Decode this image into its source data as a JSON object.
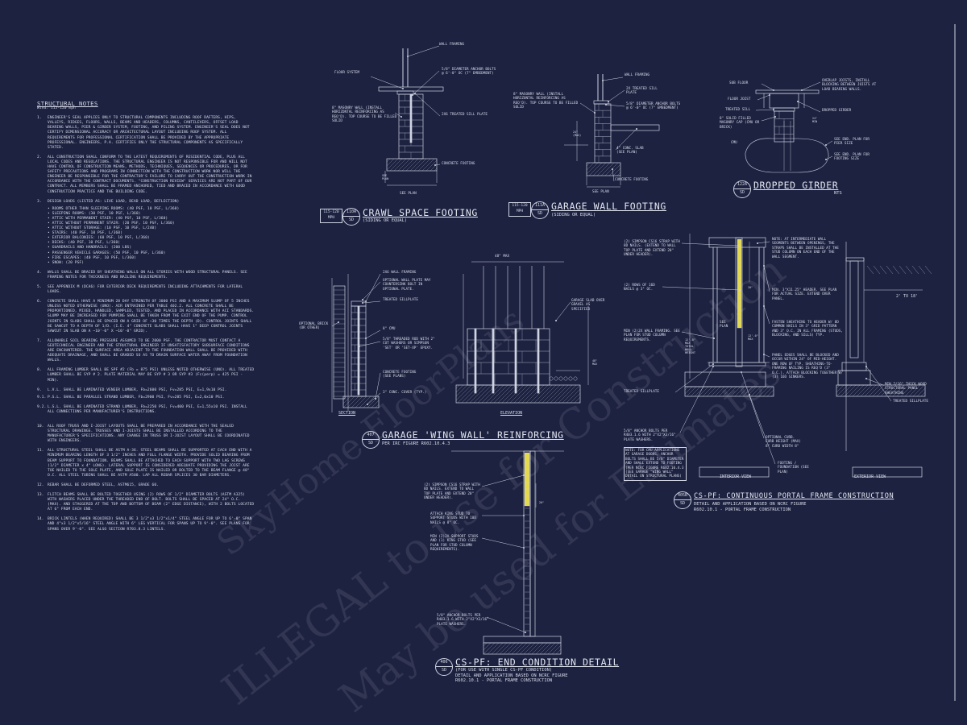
{
  "colors": {
    "background": "#1d2240",
    "linework": "#cfd3e2",
    "highlight": "#e5d94a",
    "watermark": "#bec4dc"
  },
  "watermark": [
    "ILLEGAL to use for Construction",
    "May be used for Estimates",
    "SkyHome FloorPlans"
  ],
  "notes": {
    "title": "STRUCTURAL NOTES",
    "subtitle": "Wind: 115-120 mph",
    "items": [
      {
        "num": "1.",
        "text": "ENGINEER'S SEAL APPLIES ONLY TO STRUCTURAL COMPONENTS INCLUDING ROOF RAFTERS, HIPS, VALLEYS, RIDGES, FLOORS, WALLS, BEAMS AND HEADERS, COLUMNS, CANTILEVERS, OFFSET LOAD BEARING WALLS, PIER & GIRDER SYSTEM, FOOTING, AND PILING SYSTEM. ENGINEER'S SEAL DOES NOT CERTIFY DIMENSIONAL ACCURACY OR ARCHITECTURAL LAYOUT INCLUDING ROOF SYSTEM. ALL REQUIREMENTS FOR PROFESSIONAL CERTIFICATION SHALL BE PROVIDED BY THE APPROPRIATE PROFESSIONAL. ENGINEERS, P.A. CERTIFIES ONLY THE STRUCTURAL COMPONENTS AS SPECIFICALLY STATED."
      },
      {
        "num": "2.",
        "text": "ALL CONSTRUCTION SHALL CONFORM TO THE LATEST REQUIREMENTS OF RESIDENTIAL CODE, PLUS ALL LOCAL CODES AND REGULATIONS. THE STRUCTURAL ENGINEER IS NOT RESPONSIBLE FOR AND WILL NOT HAVE CONTROL OF CONSTRUCTION MEANS, METHODS, TECHNIQUES, SEQUENCES OR PROCEDURES, OR FOR SAFETY PRECAUTIONS AND PROGRAMS IN CONNECTION WITH THE CONSTRUCTION WORK NOR WILL THE ENGINEER BE RESPONSIBLE FOR THE CONTRACTOR'S FAILURE TO CARRY OUT THE CONSTRUCTION WORK IN ACCORDANCE WITH THE CONTRACT DOCUMENTS. \"CONSTRUCTION REVIEW\" SERVICES ARE NOT PART OF OUR CONTRACT. ALL MEMBERS SHALL BE FRAMED ANCHORED, TIED AND BRACED IN ACCORDANCE WITH GOOD CONSTRUCTION PRACTICE AND THE BUILDING CODE."
      },
      {
        "num": "3.",
        "text": "DESIGN LOADS (LISTED AS: LIVE LOAD, DEAD LOAD, DEFLECTION)"
      }
    ],
    "loads": [
      "ROOMS OTHER THAN SLEEPING ROOMS: (40 PSF, 10 PSF, L/360)",
      "SLEEPING ROOMS: (30 PSF, 10 PSF, L/360)",
      "ATTIC WITH PERMANENT STAIR: (40 PSF, 10 PSF, L/360)",
      "ATTIC WITHOUT PERMANENT STAIR: (20 PSF, 10 PSF, L/360)",
      "ATTIC WITHOUT STORAGE: (10 PSF, 10 PSF, L/240)",
      "STAIRS: (40 PSF, 10 PSF, L/360)",
      "EXTERIOR BALCONIES: (60 PSF, 10 PSF, L/360)",
      "DECKS: (40 PSF, 10 PSF, L/360)",
      "GUARDRAILS AND HANDRAILS: (200 LBS)",
      "PASSENGER VEHICLE GARAGES: (50 PSF, 10 PSF, L/360)",
      "FIRE ESCAPES: (40 PSF, 10 PSF, L/360)",
      "SNOW: (20 PSF)"
    ],
    "items2": [
      {
        "num": "4.",
        "text": "WALLS SHALL BE BRACED BY SHEATHING WALLS ON ALL STORIES WITH WOOD STRUCTURAL PANELS. SEE FRAMING NOTES FOR THICKNESS AND NAILING REQUIREMENTS."
      },
      {
        "num": "5.",
        "text": "SEE APPENDIX M (DCA6) FOR EXTERIOR DECK REQUIREMENTS INCLUDING ATTACHMENTS FOR LATERAL LOADS."
      },
      {
        "num": "6.",
        "text": "CONCRETE SHALL HAVE A MINIMUM 28 DAY STRENGTH OF 3000 PSI AND A MAXIMUM SLUMP OF 5 INCHES UNLESS NOTED OTHERWISE (UNO). AIR ENTRAINED PER TABLE 402.2. ALL CONCRETE SHALL BE PROPORTIONED, MIXED, HANDLED, SAMPLED, TESTED, AND PLACED IN ACCORDANCE WITH ACI STANDARDS. SLUMP MAY BE INCREASED FOR PUMPING SHALL BE TAKEN FROM THE EXIT END OF THE PUMP. CONTROL JOINTS IN SLABS SHALL BE SPACED ON A GRID OF ~30 TIMES THE DEPTH (D). CONTROL JOINTS SHALL BE SAWCUT TO A DEPTH OF 1/D. (I.E. 4\" CONCRETE SLABS SHALL HAVE 1\" DEEP CONTROL JOINTS SAWCUT IN SLAB ON A ~10'-0\" X ~10'-0\" GRID)."
      },
      {
        "num": "7.",
        "text": "ALLOWABLE SOIL BEARING PRESSURE ASSUMED TO BE 2000 PSF. THE CONTRACTOR MUST CONTACT A GEOTECHNICAL ENGINEER AND THE STRUCTURAL ENGINEER IF UNSATISFACTORY SUBSURFACE CONDITIONS ARE ENCOUNTERED. THE SURFACE AREA ADJACENT TO THE FOUNDATION WALL SHALL BE PROVIDED WITH ADEQUATE DRAINAGE, AND SHALL BE GRADED SO AS TO DRAIN SURFACE WATER AWAY FROM FOUNDATION WALLS."
      },
      {
        "num": "8.",
        "text": "ALL FRAMING LUMBER SHALL BE SPF #2 (Fb = 875 PSI) UNLESS NOTED OTHERWISE (UNO). ALL TREATED LUMBER SHALL BE SYP # 2. PLATE MATERIAL MAY BE SYP # 3 OR SYP #3 (Fc(perp) = 425 PSI - MIN)."
      },
      {
        "num": "9.",
        "text": "L.V.L. SHALL BE LAMINATED VENEER LUMBER, Fb=2600 PSI, Fv=285 PSI, E=1,9x10 PSI."
      }
    ],
    "beams": [
      {
        "num": "9.1.",
        "text": "P.S.L. SHALL BE PARALLEL STRAND LUMBER, Fb=2900 PSI, Fv=285 PSI, E=2,0x10 PSI."
      },
      {
        "num": "9.2.",
        "text": "L.S.L. SHALL BE LAMINATED STRAND LUMBER, Fb=2250 PSI, Fv=400 PSI, E=1,55x10 PSI. INSTALL ALL CONNECTIONS PER MANUFACTURER'S INSTRUCTIONS."
      }
    ],
    "items3": [
      {
        "num": "10.",
        "text": "ALL ROOF TRUSS AND I-JOIST LAYOUTS SHALL BE PREPARED IN ACCORDANCE WITH THE SEALED STRUCTURAL DRAWINGS. TRUSSES AND I-JOISTS SHALL BE INSTALLED ACCORDING TO THE MANUFACTURER'S SPECIFICATIONS. ANY CHANGE IN TRUSS OR I-JOIST LAYOUT SHALL BE COORDINATED WITH ENGINEERS."
      },
      {
        "num": "11.",
        "text": "ALL STRUCTURAL STEEL SHALL BE ASTM A-36. STEEL BEAMS SHALL BE SUPPORTED AT EACH END WITH A MINIMUM BEARING LENGTH OF 3 1/2\" INCHES AND FULL FLANGE WIDTH. PROVIDE SOLID BEARING FROM BEAM SUPPORT TO FOUNDATION. BEAMS SHALL BE ATTACHED TO EACH SUPPORT WITH TWO LAG SCREWS (1/2\" DIAMETER x 4\" LONG). LATERAL SUPPORT IS CONSIDERED ADEQUATE PROVIDING THE JOIST ARE TOE NAILED TO THE SOLE PLATE, AND SOLE PLATE IS NAILED OR BOLTED TO THE BEAM FLANGE @ 48\" O.C. ALL STEEL TUBING SHALL BE ASTM A500. LAP ALL REBAR SPLICES 30 BAR DIAMETERS."
      },
      {
        "num": "12.",
        "text": "REBAR SHALL BE DEFORMED STEEL, ASTM615, GRADE 60."
      },
      {
        "num": "13.",
        "text": "FLITCH BEAMS SHALL BE BOLTED TOGETHER USING (2) ROWS OF 1/2\" DIAMETER BOLTS (ASTM A325) WITH WASHERS PLACED UNDER THE THREADED END OF BOLT. BOLTS SHALL BE SPACED AT 24\" O.C. (MAX). AND STAGGERED AT THE TOP AND BOTTOM OF BEAM (2\" EDGE DISTANCE), WITH 2 BOLTS LOCATED AT 6\" FROM EACH END."
      },
      {
        "num": "14.",
        "text": "BRICK LINTELS (WHEN REQUIRED) SHALL BE 3 1/2\"x3 1/2\"x1/4\" STEEL ANGLE FOR UP TO 6'-0\" SPAN AND 4\"x3 1/2\"x5/16\" STEEL ANGLE WITH 6\" LEG VERTICAL FOR SPANS UP TO 9'-0\". SEE PLANS FOR SPANS OVER 9'-0\". SEE ALSO SECTION R703.8.3 LINTELS."
      }
    ]
  },
  "details": {
    "crawl": {
      "title": "CRAWL SPACE FOOTING",
      "sub": "(SIDING OR EQUAL)",
      "num": "110A",
      "sheet": "SD",
      "mph": "115-120",
      "mph_unit": "MPH",
      "labels": [
        "WALL FRAMING",
        "FLOOR SYSTEM",
        "5/8\" DIAMETER ANCHOR BOLTS @ 6'-0\" OC (7\" EMBEDMENT)",
        "8\" MASONRY WALL (INSTALL HORIZONTAL REINFORCING AS REQ'D). TOP COURSE TO BE FILLED SOLID",
        "2x6 TREATED SILL PLATE",
        "CONCRETE FOOTING",
        "SEE PLAN",
        "SEE PLAN"
      ]
    },
    "garage": {
      "title": "GARAGE WALL FOOTING",
      "sub": "(SIDING OR EQUAL)",
      "num": "111A",
      "sheet": "SD",
      "mph": "115-120",
      "mph_unit": "MPH",
      "labels": [
        "WALL FRAMING",
        "8\" MASONRY WALL (INSTALL HORIZONTAL REINFORCING AS REQ'D). TOP COURSE TO BE FILLED SOLID",
        "2x TREATED SILL PLATE",
        "5/8\" DIAMETER ANCHOR BOLTS @ 6'-0\" OC (7\" EMBEDMENT)",
        "4\" CONC. SLAB (SEE PLAN)",
        "CONCRETE FOOTING",
        "SEE PLAN",
        "24\" (MAX)"
      ]
    },
    "girder": {
      "title": "DROPPED GIRDER",
      "sub": "NTS",
      "num": "122A",
      "sheet": "SD",
      "labels": [
        "SUB FLOOR",
        "FLOOR JOIST",
        "TREATED SILL",
        "8\" SOLID FILLED MASONRY CAP (CMU OR BRICK)",
        "CMU",
        "OVERLAP JOISTS, INSTALL BLOCKING BETWEEN JOISTS AT LOAD BEARING WALLS.",
        "DROPPED GIRDER",
        "SEE END. PLAN FOR PIER SIZE",
        "SEE END. PLAN FOR FOOTING SIZE",
        "24\" MIN"
      ]
    },
    "wing": {
      "title": "GARAGE 'WING WALL' REINFORCING",
      "sub": "PER IRC FIGURE R602.10.4.3",
      "num": "407",
      "sheet": "SD",
      "labels": [
        "2x6 WALL FRAMING",
        "OPTIONAL WALL PLATE MAY COUNTERSINK BOLT IN OPTIONAL PLATE.",
        "TREATED SILLPLATE",
        "OPTIONAL BRICK (OR OTHER)",
        "8\" CMU",
        "5/8\" THREADED ROD WITH 2\" CUT WASHERS OR SIMPSON 'SET' OR 'SET-XP' EPOXY.",
        "CONCRETE FOOTING (SEE PLANS)",
        "3\" CONC. COVER (TYP.)",
        "GARAGE SLAB OVER GRAVEL AS SPECIFIED",
        "48\" MAX",
        "48\" MAX",
        "SECTION",
        "ELEVATION"
      ]
    },
    "endcond": {
      "title": "CS-PF: END CONDITION DETAIL",
      "sub": "(FOR USE WITH SINGLE CS-PF CONDITION)\nDETAIL AND APPLICATION BASED ON NCRC FIGURE\nR602.10.1 - PORTAL FRAME CONSTRUCTION",
      "num": "406",
      "sheet": "SD",
      "labels": [
        "(2) SIMPSON CS16 STRAP WITH 8d NAILS. EXTEND TO WALL TOP PLATE AND EXTEND 20\" UNDER HEADER).",
        "ATTACH KING STUD TO SUPPORT STUDS WITH 10d NAILS @ 8\" OC.",
        "MIN (2)2X SUPPORT STUDS AND (1) KING STUD (SEE PLAN FOR STUD COLUMN REQUIREMENTS).",
        "5/8\" ANCHOR BOLTS PER R403.1.6 WITH 2\"x2\"x3/16\" PLATE WASHERS.",
        "20\""
      ]
    },
    "portal": {
      "title": "CS-PF: CONTINUOUS PORTAL FRAME CONSTRUCTION",
      "sub": "DETAIL AND APPLICATION BASED ON NCRC FIGURE\nR602.10.1 - PORTAL FRAME CONSTRUCTION",
      "num": "405B",
      "sheet": "SD",
      "labels": [
        "(2) SIMPSON CS16 STRAP WITH 8d NAILS. (EXTEND TO WALL TOP PLATE AND EXTEND 20\" UNDER HEADER).",
        "(2) ROWS OF 16d NAILS @ 3\" OC.",
        "MIN (2)2X WALL FRAMING. SEE PLAN FOR STUD COLUMN REQUIREMENTS.",
        "TREATED SILLPLATE",
        "5/8\" ANCHOR BOLTS PER R403.1.6 WITH 2\"x2\"x3/16\" PLATE WASHERS.",
        "NOTE: FOR CMU APPLICATIONS AT GARAGE DOORS, ANCHOR BOLTS SHALL BE 5/8\" DIAMETER AND SHALL EXTEND TO FOOTING (PER NCRC FIGURE R602.10.4.3 (SEE GARAGE \"WING WALL\" DETAIL ON STRUCTURAL PLANS)",
        "NOTE: AT INTERMEDIATE WALL SEGMENTS BETWEEN OPENINGS, THE STRAPS SHALL BE INSTALLED AT THE STUD COLUMN ON EACH END OF THE WALL SEGMENT.",
        "MIN. 3\"x11.25\" HEADER. SEE PLAN FOR ACTUAL SIZE. EXTEND OVER PANEL.",
        "FASTEN SHEATHING TO HEADER W/ 8d COMMON NAILS IN 3\" GRID PATTERN AND 3\" O.C. IN ALL FRAMING (STUDS, BLOCKING, AND SILLS) TYP.",
        "PANEL EDGES SHALL BE BLOCKED AND OCCUR WITHIN 24\" OF MID-HEIGHT. ONE ROW OF TYP. SHEATHING-TO-FRAMING NAILING IS REQ'D (3\" O.C.). ATTACH BLOCKING TOGETHER W/ (3) 16d SINKERS.",
        "OPTIONAL CURB. CURB HEIGHT (MAX) 8\" CURB WIDTH 8\"",
        "FOOTING / FOUNDATION (SEE PLAN)",
        "MIN 7/16\" THICK WOOD STRUCTURAL PANEL SHEATHING",
        "TREATED SILLPLATE",
        "2' TO 18'",
        "SEE PLAN",
        "12'-0\" MAX",
        "12'-0\" MAX TOTAL WALL HEIGHT",
        "20\"",
        "INTERIOR VIEW",
        "EXTERIOR VIEW"
      ]
    }
  }
}
